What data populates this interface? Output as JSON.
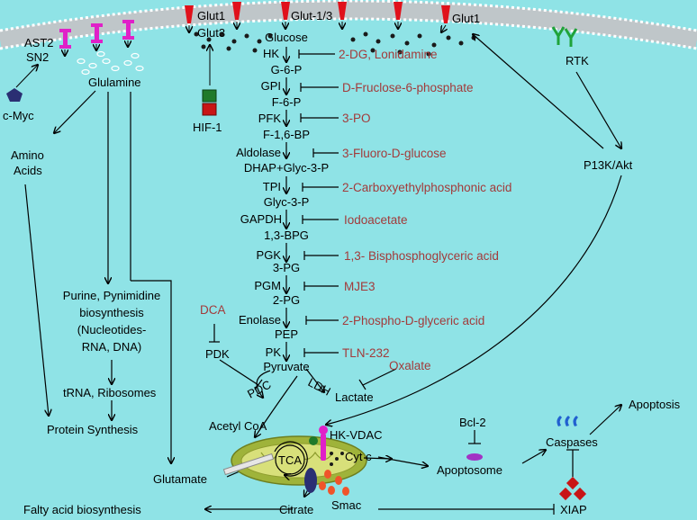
{
  "membrane": {
    "glut_left": [
      "Glut1",
      "Glut3"
    ],
    "glut_mid": "Glut-1/3",
    "glut_right": "Glut1",
    "rtk": "RTK",
    "ast2": "AST2",
    "sn2": "SN2"
  },
  "regulators": {
    "hif1": "HIF-1",
    "cmyc": "c-Myc",
    "pi3k": "P13K/Akt"
  },
  "glycolysis": {
    "metabolites": [
      "Glucose",
      "G-6-P",
      "F-6-P",
      "F-1,6-BP",
      "DHAP+Glyc-3-P",
      "Glyc-3-P",
      "1,3-BPG",
      "3-PG",
      "2-PG",
      "PEP",
      "Pyruvate",
      "Lactate"
    ],
    "enzymes": [
      "HK",
      "GPI",
      "PFK",
      "Aldolase",
      "TPI",
      "GAPDH",
      "PGK",
      "PGM",
      "Enolase",
      "PK"
    ],
    "inhibitors": [
      "2-DG, Lonidamine",
      "D-Fruclose-6-phosphate",
      "3-PO",
      "3-Fluoro-D-glucose",
      "2-Carboxyethylphosphonic acid",
      "Iodoacetate",
      "1,3- Bisphosphoglyceric acid",
      "MJE3",
      "2-Phospho-D-glyceric acid",
      "TLN-232"
    ]
  },
  "glutamine": {
    "label": "Glulamine",
    "amino_acids": [
      "Amino",
      "Acids"
    ],
    "purine": [
      "Purine, Pynimidine",
      "biosynthesis",
      "(Nucleotides-",
      "RNA, DNA)"
    ],
    "trna": "tRNA, Ribosomes",
    "protein": "Protein Synthesis",
    "glutamate": "Glutamate"
  },
  "pyruvate_branch": {
    "dca": "DCA",
    "pdk": "PDK",
    "pdc": "PDC",
    "ldh": "LDH",
    "oxalate": "Oxalate"
  },
  "mitochondria": {
    "acetyl_coa": "Acetyl CoA",
    "tca": "TCA",
    "hk_vdac": "HK-VDAC",
    "cytc": "Cyt c",
    "citrate": "Citrate",
    "smac": "Smac",
    "fatty": "Falty acid biosynthesis"
  },
  "apoptosis": {
    "bcl2": "Bcl-2",
    "apoptosome": "Apoptosome",
    "caspases": "Caspases",
    "apoptosis": "Apoptosis",
    "xiap": "XIAP"
  },
  "colors": {
    "background": "#8fe3e6",
    "inhibitor_text": "#a23b3b",
    "glut": "#e0111b",
    "ast_transporter": "#e020c8",
    "rtk": "#1fa33a",
    "mito_outer": "#9fb33a",
    "mito_inner": "#d8e07a"
  }
}
